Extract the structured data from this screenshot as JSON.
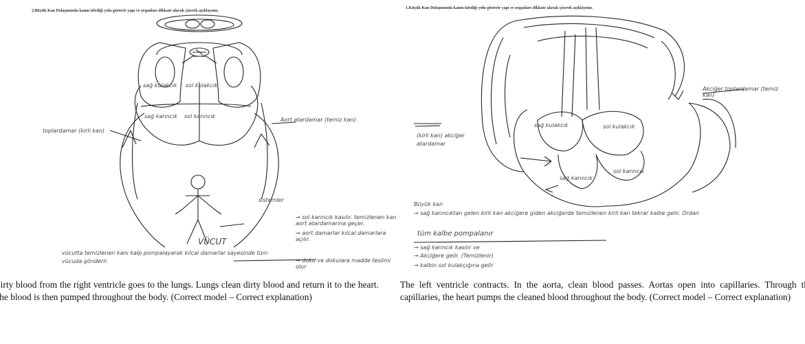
{
  "left_figure": {
    "heading": "2.Büyük Kan Dolaşımında kanın izlediği yolu gösterir yapı ve organları dikkate alarak çizerek açıklayınız.",
    "labels": {
      "sag_kulakcik": "sağ kulakcık",
      "sol_kulakcik": "sol kulakcık",
      "sag_karincik": "sağ karıncık",
      "sol_karincik": "sol karıncık",
      "toplardamar": "toplardamar (kirli kan)",
      "atardamar": "Aort atardamar (temiz kan)",
      "sistemler": "sistemler",
      "vucut": "VÜCUT"
    },
    "notes": [
      "→ sol karıncık kasılır. temizlenen kan aort atardamarına geçer.",
      "→ aort damarlar kılcal damarlara açılır.",
      "→ doku ve dokulara madde teslimi olur"
    ],
    "bottom_text": "vücutta temizlenen kanı kalp pompalayarak kılcal damarlar sayesinde tüm vücuda gönderir.",
    "caption": "Dirty blood from the right ventricle goes to the lungs. Lungs clean dirty blood and return it to the heart. The blood is then pumped throughout the body. (Correct model – Correct explanation)"
  },
  "right_figure": {
    "heading": "1.Küçük Kan Dolaşımında kanın izlediği yolu gösterir yapı ve organları dikkate alarak çizerek açıklayınız.",
    "labels": {
      "sag_kulakcik": "sağ kulakcık",
      "sol_kulakcik": "sol kulakcık",
      "sag_karincik": "sağ karıncık",
      "sol_karincik": "sol karıncık",
      "akciger_toplardamar": "Akciğer toplardamar (temiz kan)",
      "akciger_atardamar": "(kirli kan) akciğer atardamar"
    },
    "notes": [
      "Büyük kan",
      "→ sağ karıncıktan gelen kirli kan akciğere giden akciğerde temizlenen kirli kan tekrar kalbe gelir. Ordan",
      "tüm kalbe pompalanır",
      "→ sağ karıncık kasılır ve",
      "→ Akciğere gelir. (Temizlenir)",
      "→ kalbin sol kulakçığına gelir"
    ],
    "caption": "The left ventricle contracts. In the aorta, clean blood passes. Aortas open into capillaries. Through the capillaries, the heart pumps the cleaned blood throughout the body. (Correct model – Correct explanation)"
  }
}
